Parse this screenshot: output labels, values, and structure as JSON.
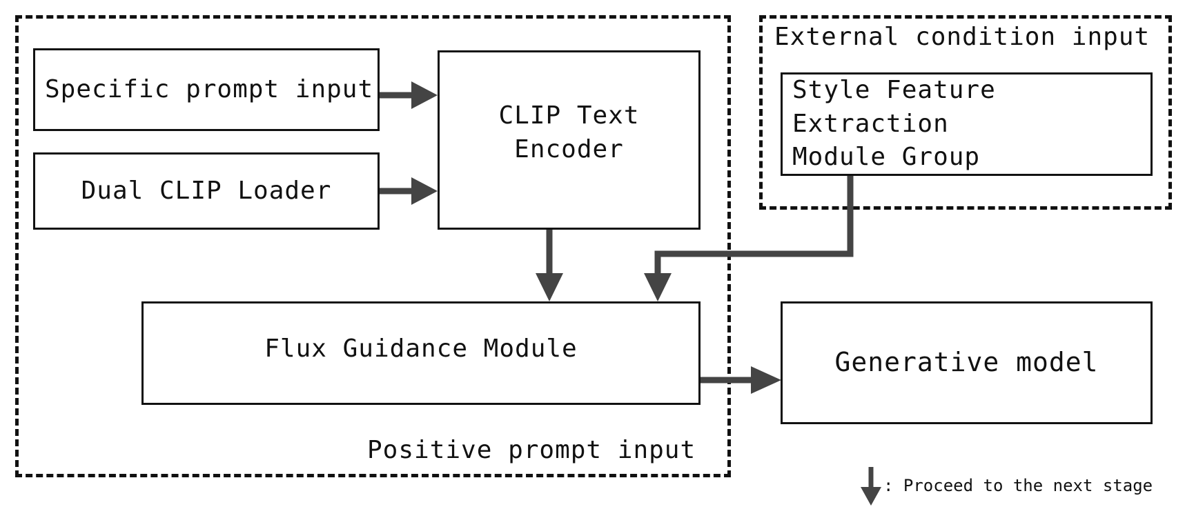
{
  "groups": {
    "positive": {
      "label": "Positive prompt input"
    },
    "external": {
      "label": "External condition input"
    }
  },
  "nodes": {
    "specific_prompt": {
      "label": "Specific prompt input"
    },
    "dual_clip": {
      "label": "Dual CLIP Loader"
    },
    "clip_encoder": {
      "label": "CLIP Text Encoder"
    },
    "style_feature": {
      "line1": "Style Feature Extraction",
      "line2": "Module Group"
    },
    "flux_guidance": {
      "label": "Flux Guidance Module"
    },
    "generative": {
      "label": "Generative model"
    }
  },
  "legend": {
    "text": ": Proceed to the next stage"
  },
  "colors": {
    "stroke": "#111111",
    "arrow": "#444444"
  }
}
